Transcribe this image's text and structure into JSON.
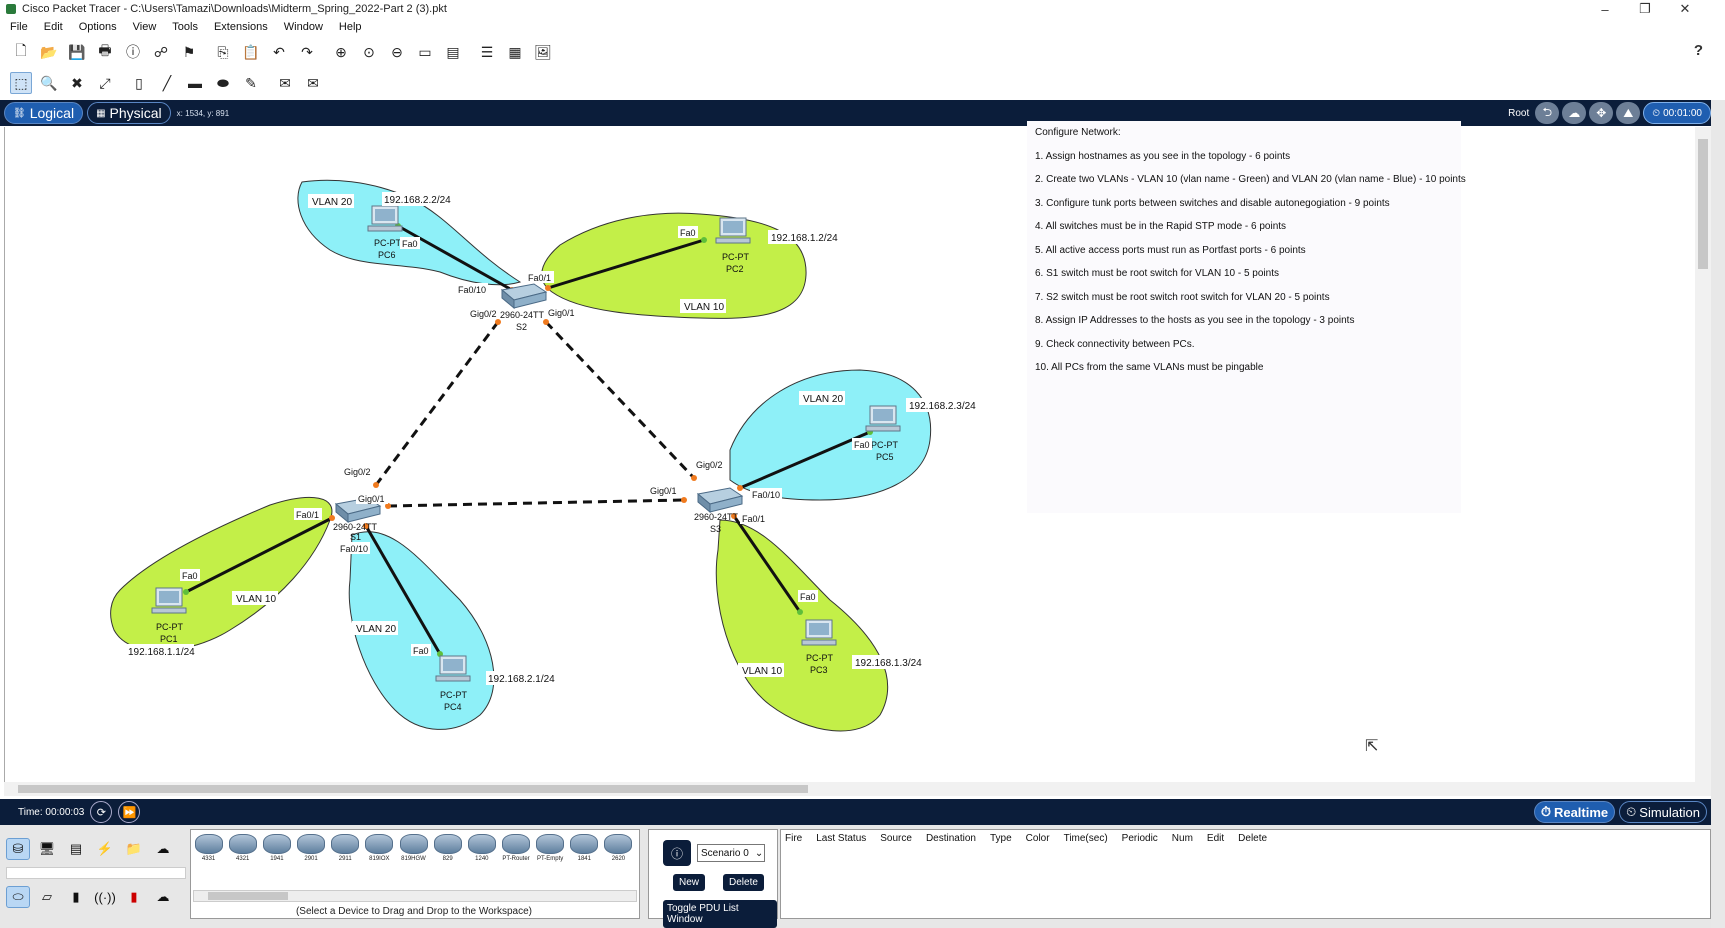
{
  "window": {
    "title": "Cisco Packet Tracer - C:\\Users\\Tamazi\\Downloads\\Midterm_Spring_2022-Part 2 (3).pkt",
    "minimize": "–",
    "maximize": "❐",
    "close": "✕"
  },
  "menu": [
    "File",
    "Edit",
    "Options",
    "View",
    "Tools",
    "Extensions",
    "Window",
    "Help"
  ],
  "help_label": "?",
  "modebar": {
    "logical_label": "Logical",
    "physical_label": "Physical",
    "coords": "x: 1534, y: 891",
    "root_label": "Root",
    "clock": "00:01:00"
  },
  "topology": {
    "switches": [
      {
        "model": "2960-24TT",
        "name": "S2"
      },
      {
        "model": "2960-24TT",
        "name": "S1"
      },
      {
        "model": "2960-24TT",
        "name": "S3"
      }
    ],
    "pcs": [
      {
        "type": "PC-PT",
        "name": "PC6",
        "ip": "192.168.2.2/24",
        "port": "Fa0"
      },
      {
        "type": "PC-PT",
        "name": "PC2",
        "ip": "192.168.1.2/24",
        "port": "Fa0"
      },
      {
        "type": "PC-PT",
        "name": "PC5",
        "ip": "192.168.2.3/24",
        "port": "Fa0"
      },
      {
        "type": "PC-PT",
        "name": "PC1",
        "ip": "192.168.1.1/24",
        "port": "Fa0"
      },
      {
        "type": "PC-PT",
        "name": "PC4",
        "ip": "192.168.2.1/24",
        "port": "Fa0"
      },
      {
        "type": "PC-PT",
        "name": "PC3",
        "ip": "192.168.1.3/24",
        "port": "Fa0"
      }
    ],
    "vlan_labels": {
      "v10": "VLAN 10",
      "v20": "VLAN 20"
    },
    "port_labels": {
      "s2_fa010": "Fa0/10",
      "s2_fa01": "Fa0/1",
      "s2_gig02": "Gig0/2",
      "s2_gig01": "Gig0/1",
      "s1_gig02": "Gig0/2",
      "s1_gig01": "Gig0/1",
      "s1_fa01": "Fa0/1",
      "s1_fa010": "Fa0/10",
      "s3_gig02": "Gig0/2",
      "s3_gig01": "Gig0/1",
      "s3_fa010": "Fa0/10",
      "s3_fa01": "Fa0/1"
    },
    "colors": {
      "vlan10": "#c3ef48",
      "vlan20": "#8ef0f8"
    }
  },
  "notes": {
    "heading": "Configure Network:",
    "items": [
      "1. Assign hostnames as you see in the topology - 6 points",
      "2. Create two VLANs - VLAN 10 (vlan name - Green) and VLAN 20 (vlan name - Blue) - 10 points",
      "3. Configure tunk ports between switches and disable autonegogiation - 9 points",
      "4. All switches must be in the Rapid STP mode - 6 points",
      "5. All active access ports must run as Portfast ports - 6 points",
      "6. S1 switch must be root switch for VLAN 10 - 5 points",
      "7. S2 switch must be root switch root switch for VLAN 20 - 5 points",
      "8. Assign IP Addresses to the hosts as you see in the topology - 3 points",
      "9. Check connectivity between PCs.",
      "10. All PCs from the same VLANs must be pingable"
    ]
  },
  "statusbar": {
    "time": "Time: 00:00:03",
    "realtime": "Realtime",
    "simulation": "Simulation"
  },
  "devices": {
    "models": [
      "4331",
      "4321",
      "1941",
      "2901",
      "2911",
      "819IOX",
      "819HGW",
      "829",
      "1240",
      "PT-Router",
      "PT-Empty",
      "1841",
      "2620"
    ],
    "hint": "(Select a Device to Drag and Drop to the Workspace)"
  },
  "pdu": {
    "scenario": "Scenario 0",
    "new_label": "New",
    "delete_label": "Delete",
    "toggle_label": "Toggle PDU List Window",
    "columns": [
      "Fire",
      "Last Status",
      "Source",
      "Destination",
      "Type",
      "Color",
      "Time(sec)",
      "Periodic",
      "Num",
      "Edit",
      "Delete"
    ]
  }
}
